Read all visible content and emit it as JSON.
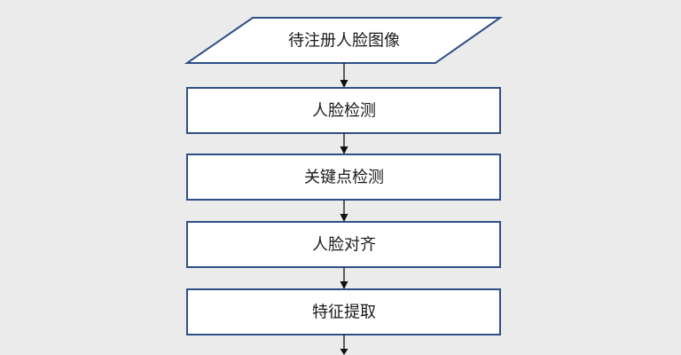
{
  "flowchart": {
    "nodes": [
      {
        "id": "input",
        "shape": "parallelogram",
        "label": "待注册人脸图像"
      },
      {
        "id": "face_detection",
        "shape": "process",
        "label": "人脸检测"
      },
      {
        "id": "keypoint_detection",
        "shape": "process",
        "label": "关键点检测"
      },
      {
        "id": "face_alignment",
        "shape": "process",
        "label": "人脸对齐"
      },
      {
        "id": "feature_extraction",
        "shape": "process",
        "label": "特征提取"
      }
    ],
    "edges": [
      {
        "from": "input",
        "to": "face_detection"
      },
      {
        "from": "face_detection",
        "to": "keypoint_detection"
      },
      {
        "from": "keypoint_detection",
        "to": "face_alignment"
      },
      {
        "from": "face_alignment",
        "to": "feature_extraction"
      },
      {
        "from": "feature_extraction",
        "to": null
      }
    ]
  },
  "colors": {
    "background": "#ebebeb",
    "node_fill": "#ffffff",
    "node_border": "#2f4f86",
    "connector": "#111111",
    "text": "#1a1a1a"
  }
}
